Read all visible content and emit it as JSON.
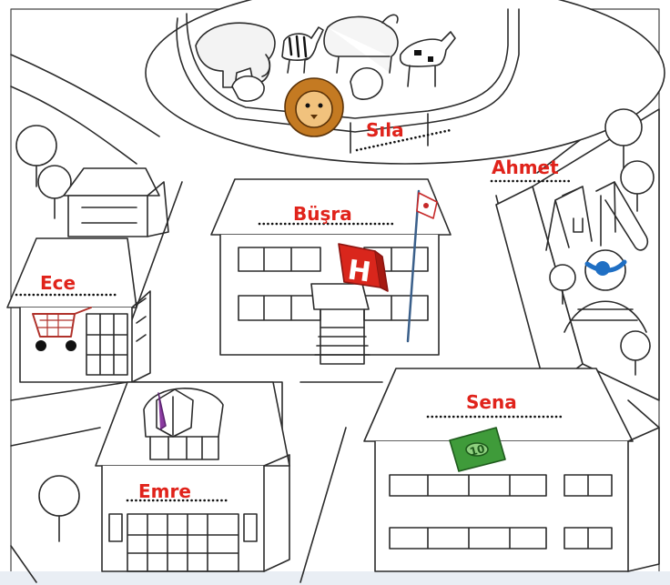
{
  "labels": {
    "sila": "Sıla",
    "ahmet": "Ahmet",
    "busra": "Büşra",
    "ece": "Ece",
    "sena": "Sena",
    "emre": "Emre"
  },
  "signs": {
    "hospital_letter": "H",
    "money_value": "10"
  },
  "colors": {
    "label_red": "#e0231b",
    "line": "#2b2b2b",
    "hospital_red": "#d9261c",
    "money_green": "#3f9b3a",
    "lion": "#c47a22",
    "ball_blue": "#1f6fc4"
  }
}
